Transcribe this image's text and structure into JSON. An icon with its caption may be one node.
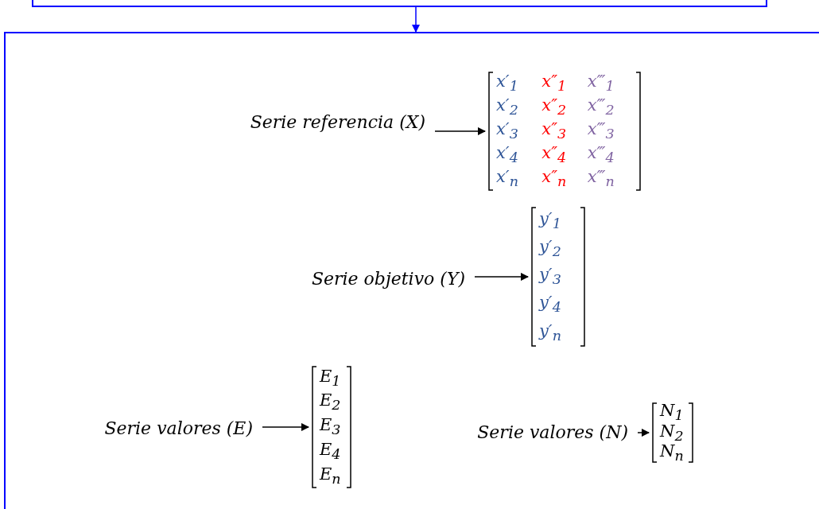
{
  "diagram": {
    "nodes": [
      {
        "text": [],
        "shape": "box"
      },
      {
        "text": [],
        "shape": "box"
      },
      {
        "text": [
          "Serie referencia (X)"
        ],
        "in": 1
      },
      {
        "text": [
          "x′$_{1}$",
          "x″$_{1}$",
          "x‴$_{1}$",
          "x′$_{2}$",
          "x″$_{2}$",
          "x‴$_{2}$",
          "x′$_{3}$",
          "x″$_{3}$",
          "x‴$_{3}$",
          "x′$_{4}$",
          "x″$_{4}$",
          "x‴$_{4}$",
          "x′$_{n}$",
          "x″$_{n}$",
          "x‴$_{n}$"
        ],
        "in": 1
      },
      {
        "text": [
          "Serie objetivo (Y)"
        ],
        "in": 1
      },
      {
        "text": [
          "y′$_{1}$",
          "y′$_{2}$",
          "y′$_{3}$",
          "y′$_{4}$",
          "y′$_{n}$"
        ],
        "in": 1
      },
      {
        "text": [
          "Serie valores (E)"
        ],
        "in": 1
      },
      {
        "text": [
          "E$_{1}$",
          "E$_{2}$",
          "E$_{3}$",
          "E$_{4}$",
          "E$_{n}$"
        ],
        "in": 1
      },
      {
        "text": [
          "Serie valores (N)"
        ],
        "in": 1
      },
      {
        "text": [
          "N$_{1}$",
          "N$_{2}$",
          "N$_{n}$"
        ],
        "in": 1
      }
    ],
    "edges": [
      {
        "from": 0,
        "to": 1,
        "arrow": "to",
        "color": "#0000ff"
      },
      {
        "from": 2,
        "to": 3,
        "arrow": "to"
      },
      {
        "from": 4,
        "to": 5,
        "arrow": "to"
      },
      {
        "from": 6,
        "to": 7,
        "arrow": "to"
      },
      {
        "from": 8,
        "to": 9,
        "arrow": "to"
      }
    ]
  }
}
